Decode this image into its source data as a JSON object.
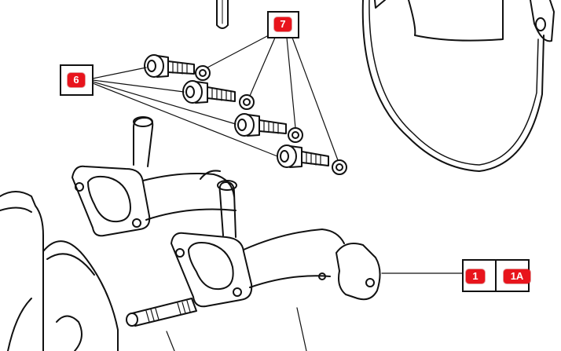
{
  "diagram": {
    "type": "exploded-parts-view",
    "accent_color": "#e8141c",
    "line_color": "#111111",
    "callouts": [
      {
        "id": "6",
        "label": "6"
      },
      {
        "id": "7",
        "label": "7"
      },
      {
        "id": "1",
        "label": "1"
      },
      {
        "id": "1A",
        "label": "1A"
      }
    ]
  }
}
